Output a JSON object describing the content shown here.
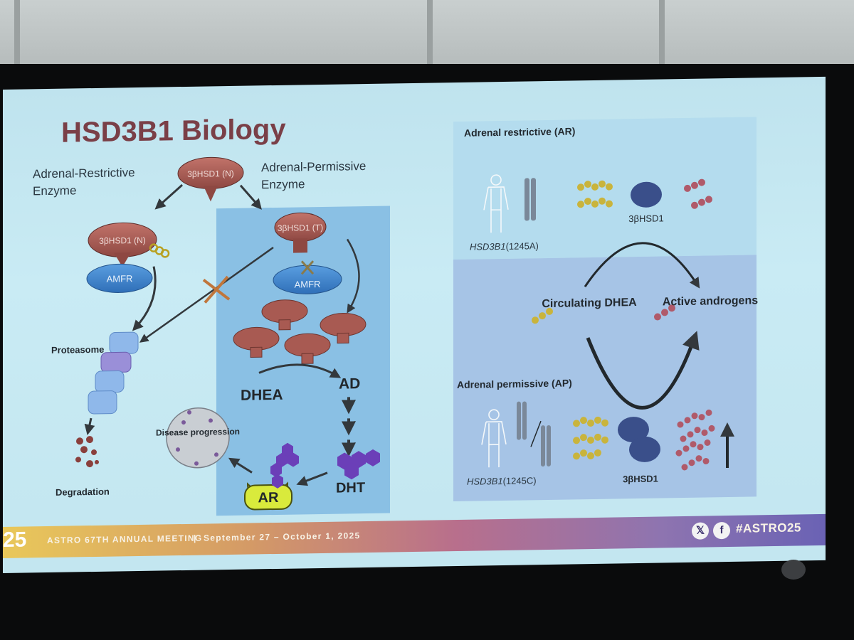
{
  "slide": {
    "title": "HSD3B1 Biology",
    "restrictive_label": "Adrenal-Restrictive Enzyme",
    "permissive_label": "Adrenal-Permissive Enzyme",
    "hsd_n_top": "3βHSD1 (N)",
    "hsd_n_bound": "3βHSD1 (N)",
    "hsd_t": "3βHSD1 (T)",
    "amfr_left": "AMFR",
    "amfr_right": "AMFR",
    "proteasome": "Proteasome",
    "degradation": "Degradation",
    "dhea": "DHEA",
    "ad": "AD",
    "dht": "DHT",
    "ar": "AR",
    "disease_progression": "Disease progression",
    "right_panel": {
      "ar_heading": "Adrenal restrictive (AR)",
      "ar_genotype_italic": "HSD3B1",
      "ar_genotype_suffix": "(1245A)",
      "ar_enzyme": "3βHSD1",
      "circulating": "Circulating DHEA",
      "active": "Active androgens",
      "ap_heading": "Adrenal permissive (AP)",
      "ap_genotype_italic": "HSD3B1",
      "ap_genotype_suffix": "(1245C)",
      "ap_enzyme": "3βHSD1"
    }
  },
  "footer": {
    "logo": "25",
    "meeting": "ASTRO 67TH ANNUAL MEETING",
    "separator": "|",
    "dates": "September 27 – October 1, 2025",
    "x_icon": "x-icon",
    "facebook_icon": "facebook-icon",
    "hashtag": "#ASTRO25"
  },
  "colors": {
    "enzyme": "#a85a52",
    "amfr": "#3f86d0",
    "title": "#7a3f47",
    "ar_receptor": "#d9ea3c",
    "steroid_purple": "#6b3fb8",
    "dhea_molecule": "#c9b43c",
    "androgen_molecule": "#b05a6a"
  }
}
